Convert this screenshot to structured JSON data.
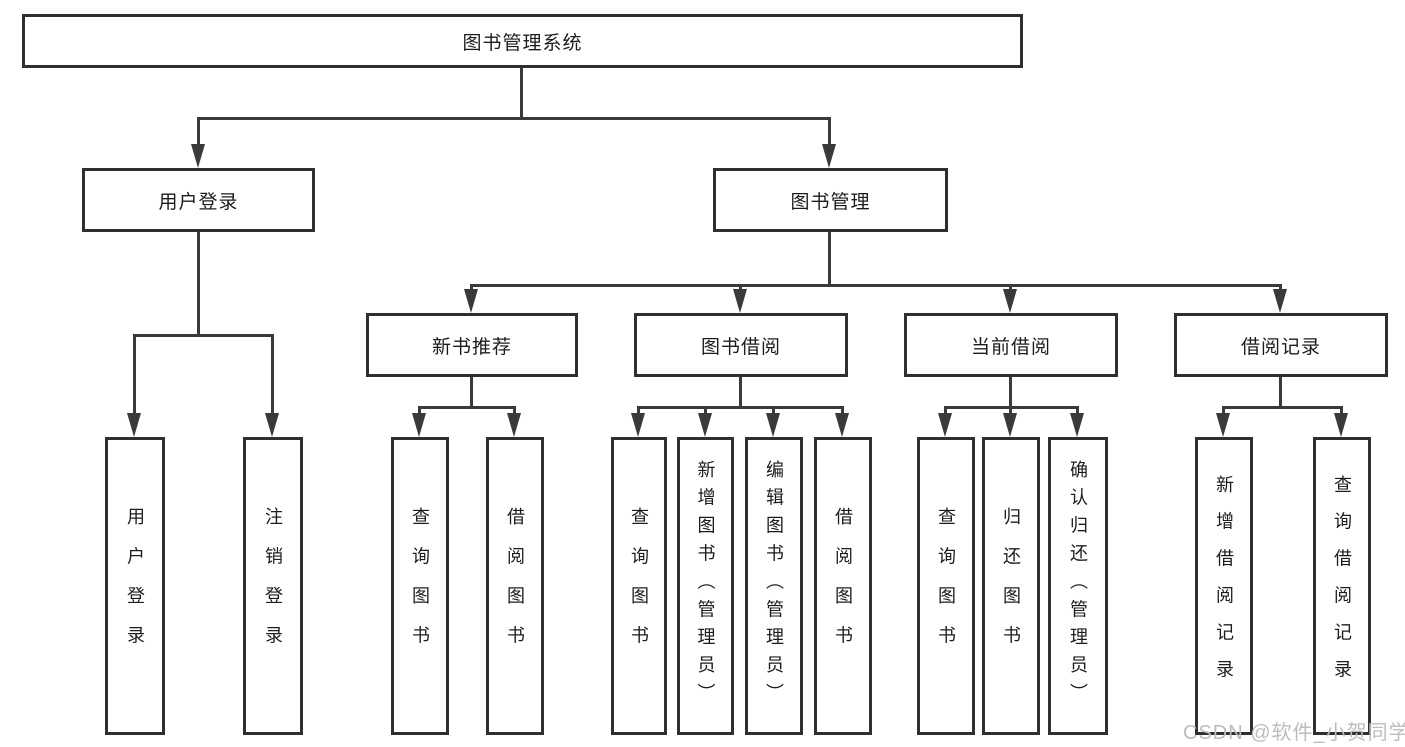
{
  "diagram_title": "图书管理系统",
  "nodes": {
    "root": "图书管理系统",
    "user_login": "用户登录",
    "book_management": "图书管理",
    "new_book_recommendation": "新书推荐",
    "book_borrowing": "图书借阅",
    "current_borrowing": "当前借阅",
    "borrowing_records": "借阅记录",
    "leaves": {
      "user_login": [
        "用户登录",
        "注销登录"
      ],
      "new_book": [
        "查询图书",
        "借阅图书"
      ],
      "borrowing": [
        "查询图书",
        "新增图书（管理员）",
        "编辑图书（管理员）",
        "借阅图书"
      ],
      "current": [
        "查询图书",
        "归还图书",
        "确认归还（管理员）"
      ],
      "records": [
        "新增借阅记录",
        "查询借阅记录"
      ]
    }
  },
  "watermark": "CSDN @软件_小贺同学",
  "colors": {
    "line": "#3a3a3a",
    "box_border": "#2f2f2f",
    "box_background": "#ffffff",
    "text": "#1c1c1c",
    "watermark": "#bcbcbc"
  }
}
